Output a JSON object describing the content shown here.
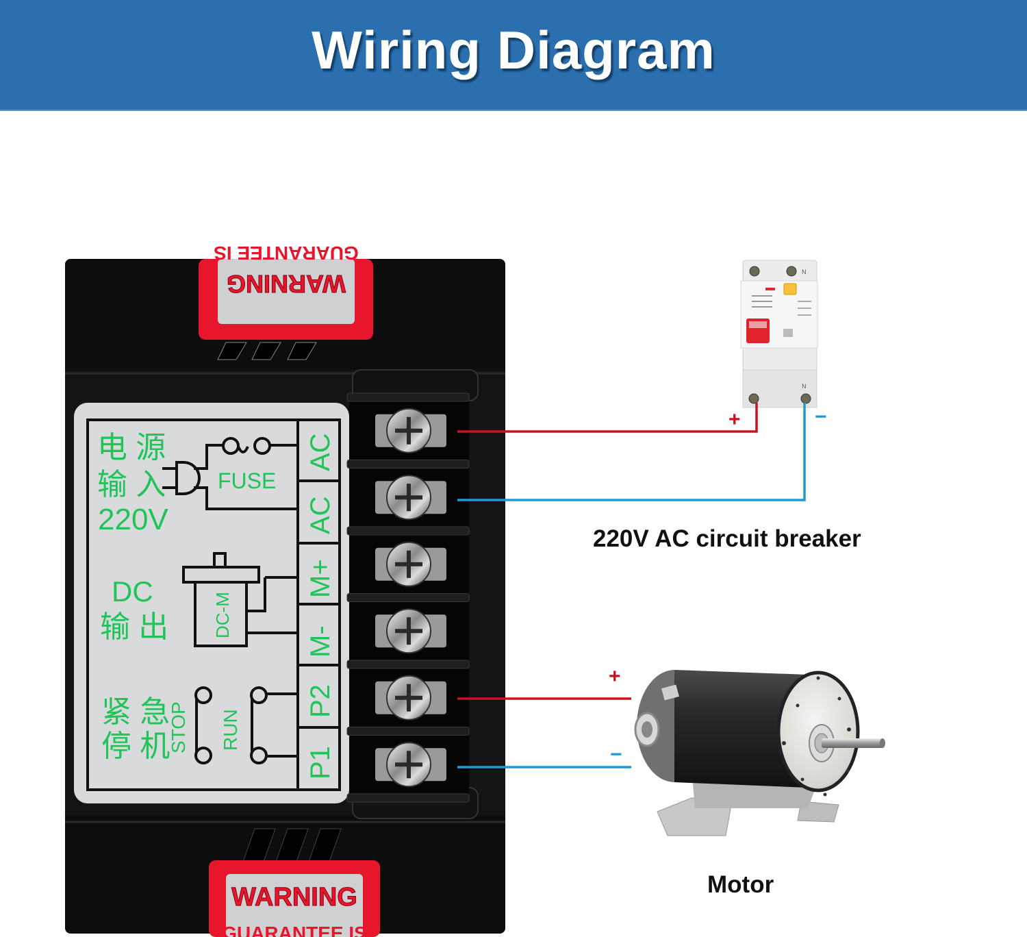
{
  "header": {
    "title": "Wiring Diagram"
  },
  "colors": {
    "banner": "#2b6fae",
    "positive_wire": "#c8141e",
    "negative_wire": "#1f9ad6",
    "panel_label_green": "#22c45a",
    "warning_red": "#e8162c"
  },
  "controller": {
    "warning_sticker_top": {
      "line1": "WARNING",
      "line2": "GUARANTEE IS"
    },
    "warning_sticker_bottom": {
      "line1": "WARNING",
      "line2": "GUARANTEE IS"
    },
    "panel": {
      "power_input_cn_line1": "电 源",
      "power_input_cn_line2": "输 入",
      "power_input_voltage": "220V",
      "fuse_label": "FUSE",
      "dc_output_line1": "DC",
      "dc_output_cn": "输 出",
      "motor_label": "DC-M",
      "emergency_stop_cn_line1": "紧 急",
      "emergency_stop_cn_line2": "停 机",
      "stop_label": "STOP",
      "run_label": "RUN"
    },
    "terminals": [
      {
        "label": "AC"
      },
      {
        "label": "AC"
      },
      {
        "label": "M+"
      },
      {
        "label": "M-"
      },
      {
        "label": "P2"
      },
      {
        "label": "P1"
      }
    ]
  },
  "breaker": {
    "caption": "220V AC circuit breaker",
    "terminal_labels": [
      "N",
      "N"
    ],
    "positive_sign": "+",
    "negative_sign": "−"
  },
  "motor": {
    "caption": "Motor",
    "positive_sign": "+",
    "negative_sign": "−"
  }
}
